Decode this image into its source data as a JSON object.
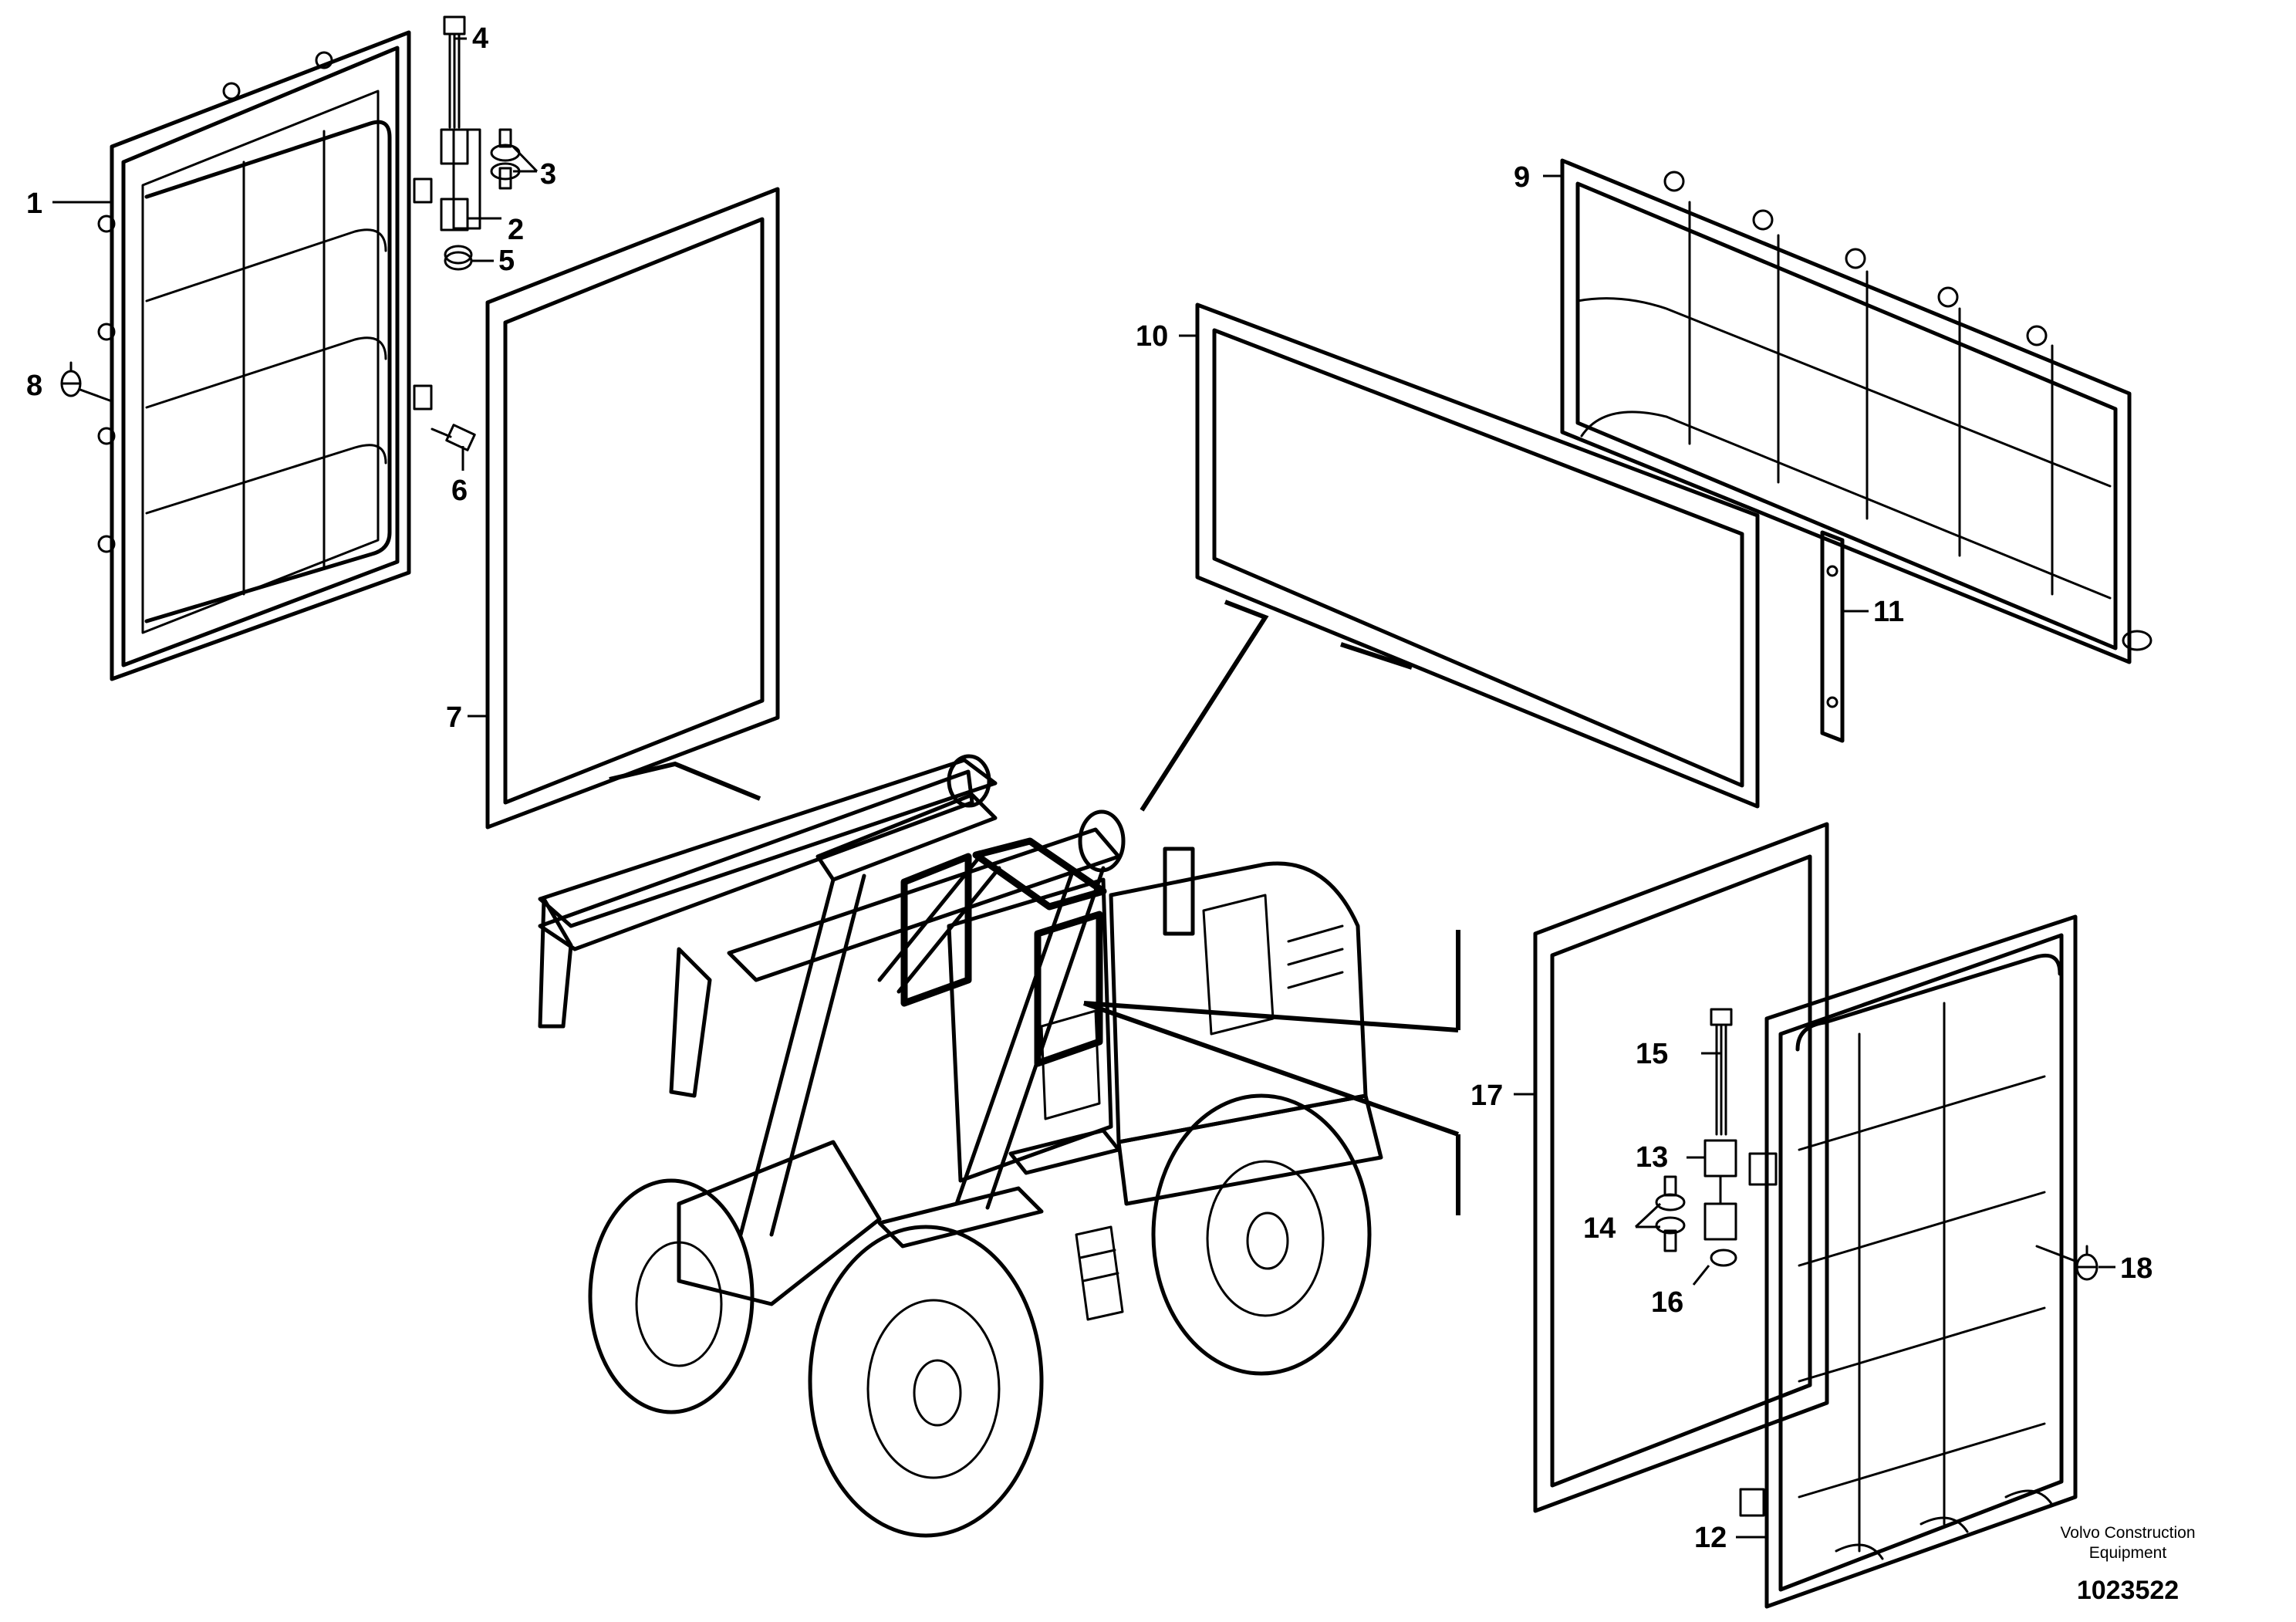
{
  "labels": [
    "1",
    "2",
    "3",
    "4",
    "5",
    "6",
    "7",
    "8",
    "9",
    "10",
    "11",
    "12",
    "13",
    "14",
    "15",
    "16",
    "17",
    "18"
  ],
  "credit": {
    "line1": "Volvo Construction",
    "line2": "Equipment"
  },
  "doc_number": "1023522"
}
